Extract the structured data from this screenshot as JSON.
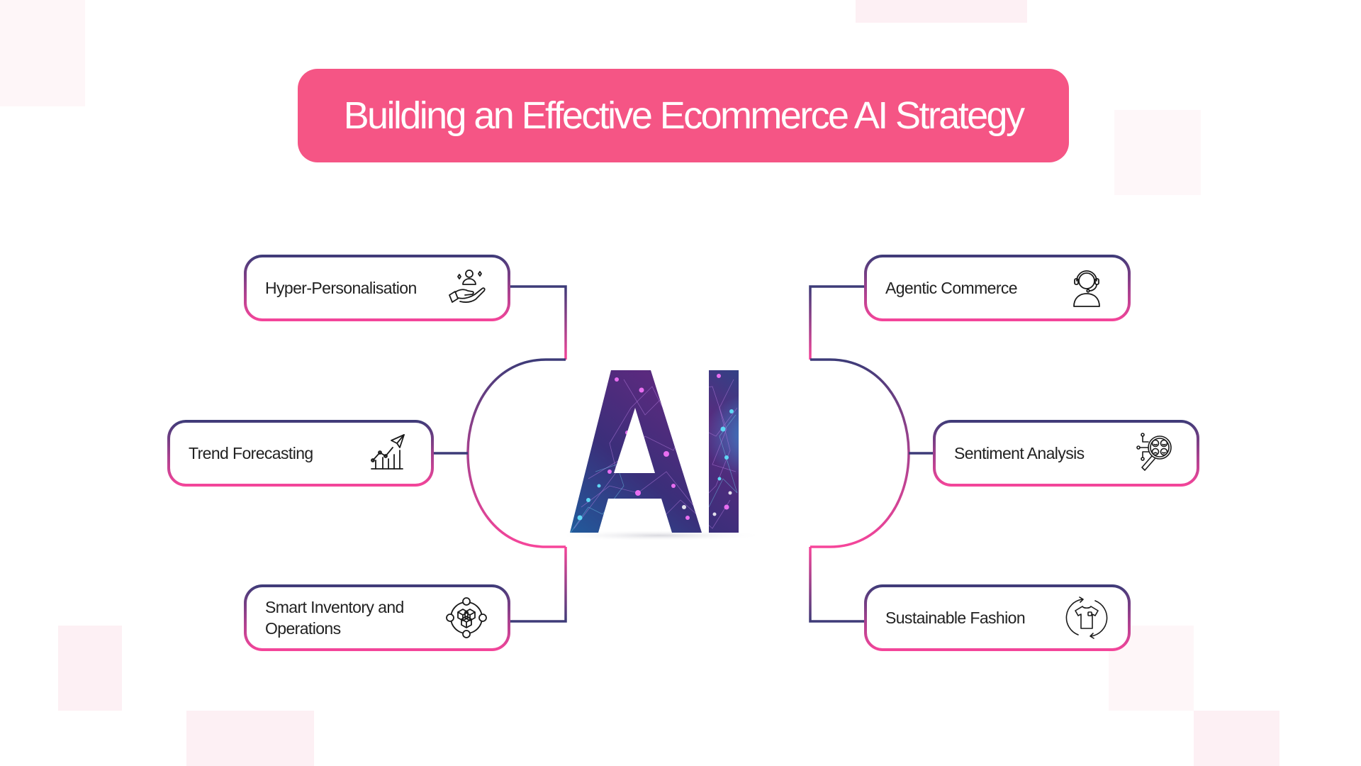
{
  "title": "Building an Effective Ecommerce AI Strategy",
  "colors": {
    "title_bg": "#f55585",
    "title_text": "#ffffff",
    "border_top": "#3d3b78",
    "border_bottom": "#f6459a",
    "label_text": "#222222",
    "background_squares": "#fdf0f4"
  },
  "center": {
    "logo_text": "AI",
    "logo_icon": "neural-network-ai-letters"
  },
  "nodes": [
    {
      "id": "hyper-personalisation",
      "label": "Hyper-Personalisation",
      "icon": "hand-offering-person-sparkles-icon",
      "side": "left",
      "row": "top"
    },
    {
      "id": "trend-forecasting",
      "label": "Trend Forecasting",
      "icon": "chart-rising-paper-plane-icon",
      "side": "left",
      "row": "middle"
    },
    {
      "id": "smart-inventory",
      "label": "Smart Inventory and Operations",
      "label_lines": [
        "Smart Inventory and",
        "Operations"
      ],
      "icon": "boxes-network-circle-icon",
      "side": "left",
      "row": "bottom"
    },
    {
      "id": "agentic-commerce",
      "label": "Agentic Commerce",
      "icon": "headset-agent-icon",
      "side": "right",
      "row": "top"
    },
    {
      "id": "sentiment-analysis",
      "label": "Sentiment Analysis",
      "icon": "magnifier-emoji-faces-icon",
      "side": "right",
      "row": "middle"
    },
    {
      "id": "sustainable-fashion",
      "label": "Sustainable Fashion",
      "icon": "tshirt-recycle-arrows-icon",
      "side": "right",
      "row": "bottom"
    }
  ]
}
